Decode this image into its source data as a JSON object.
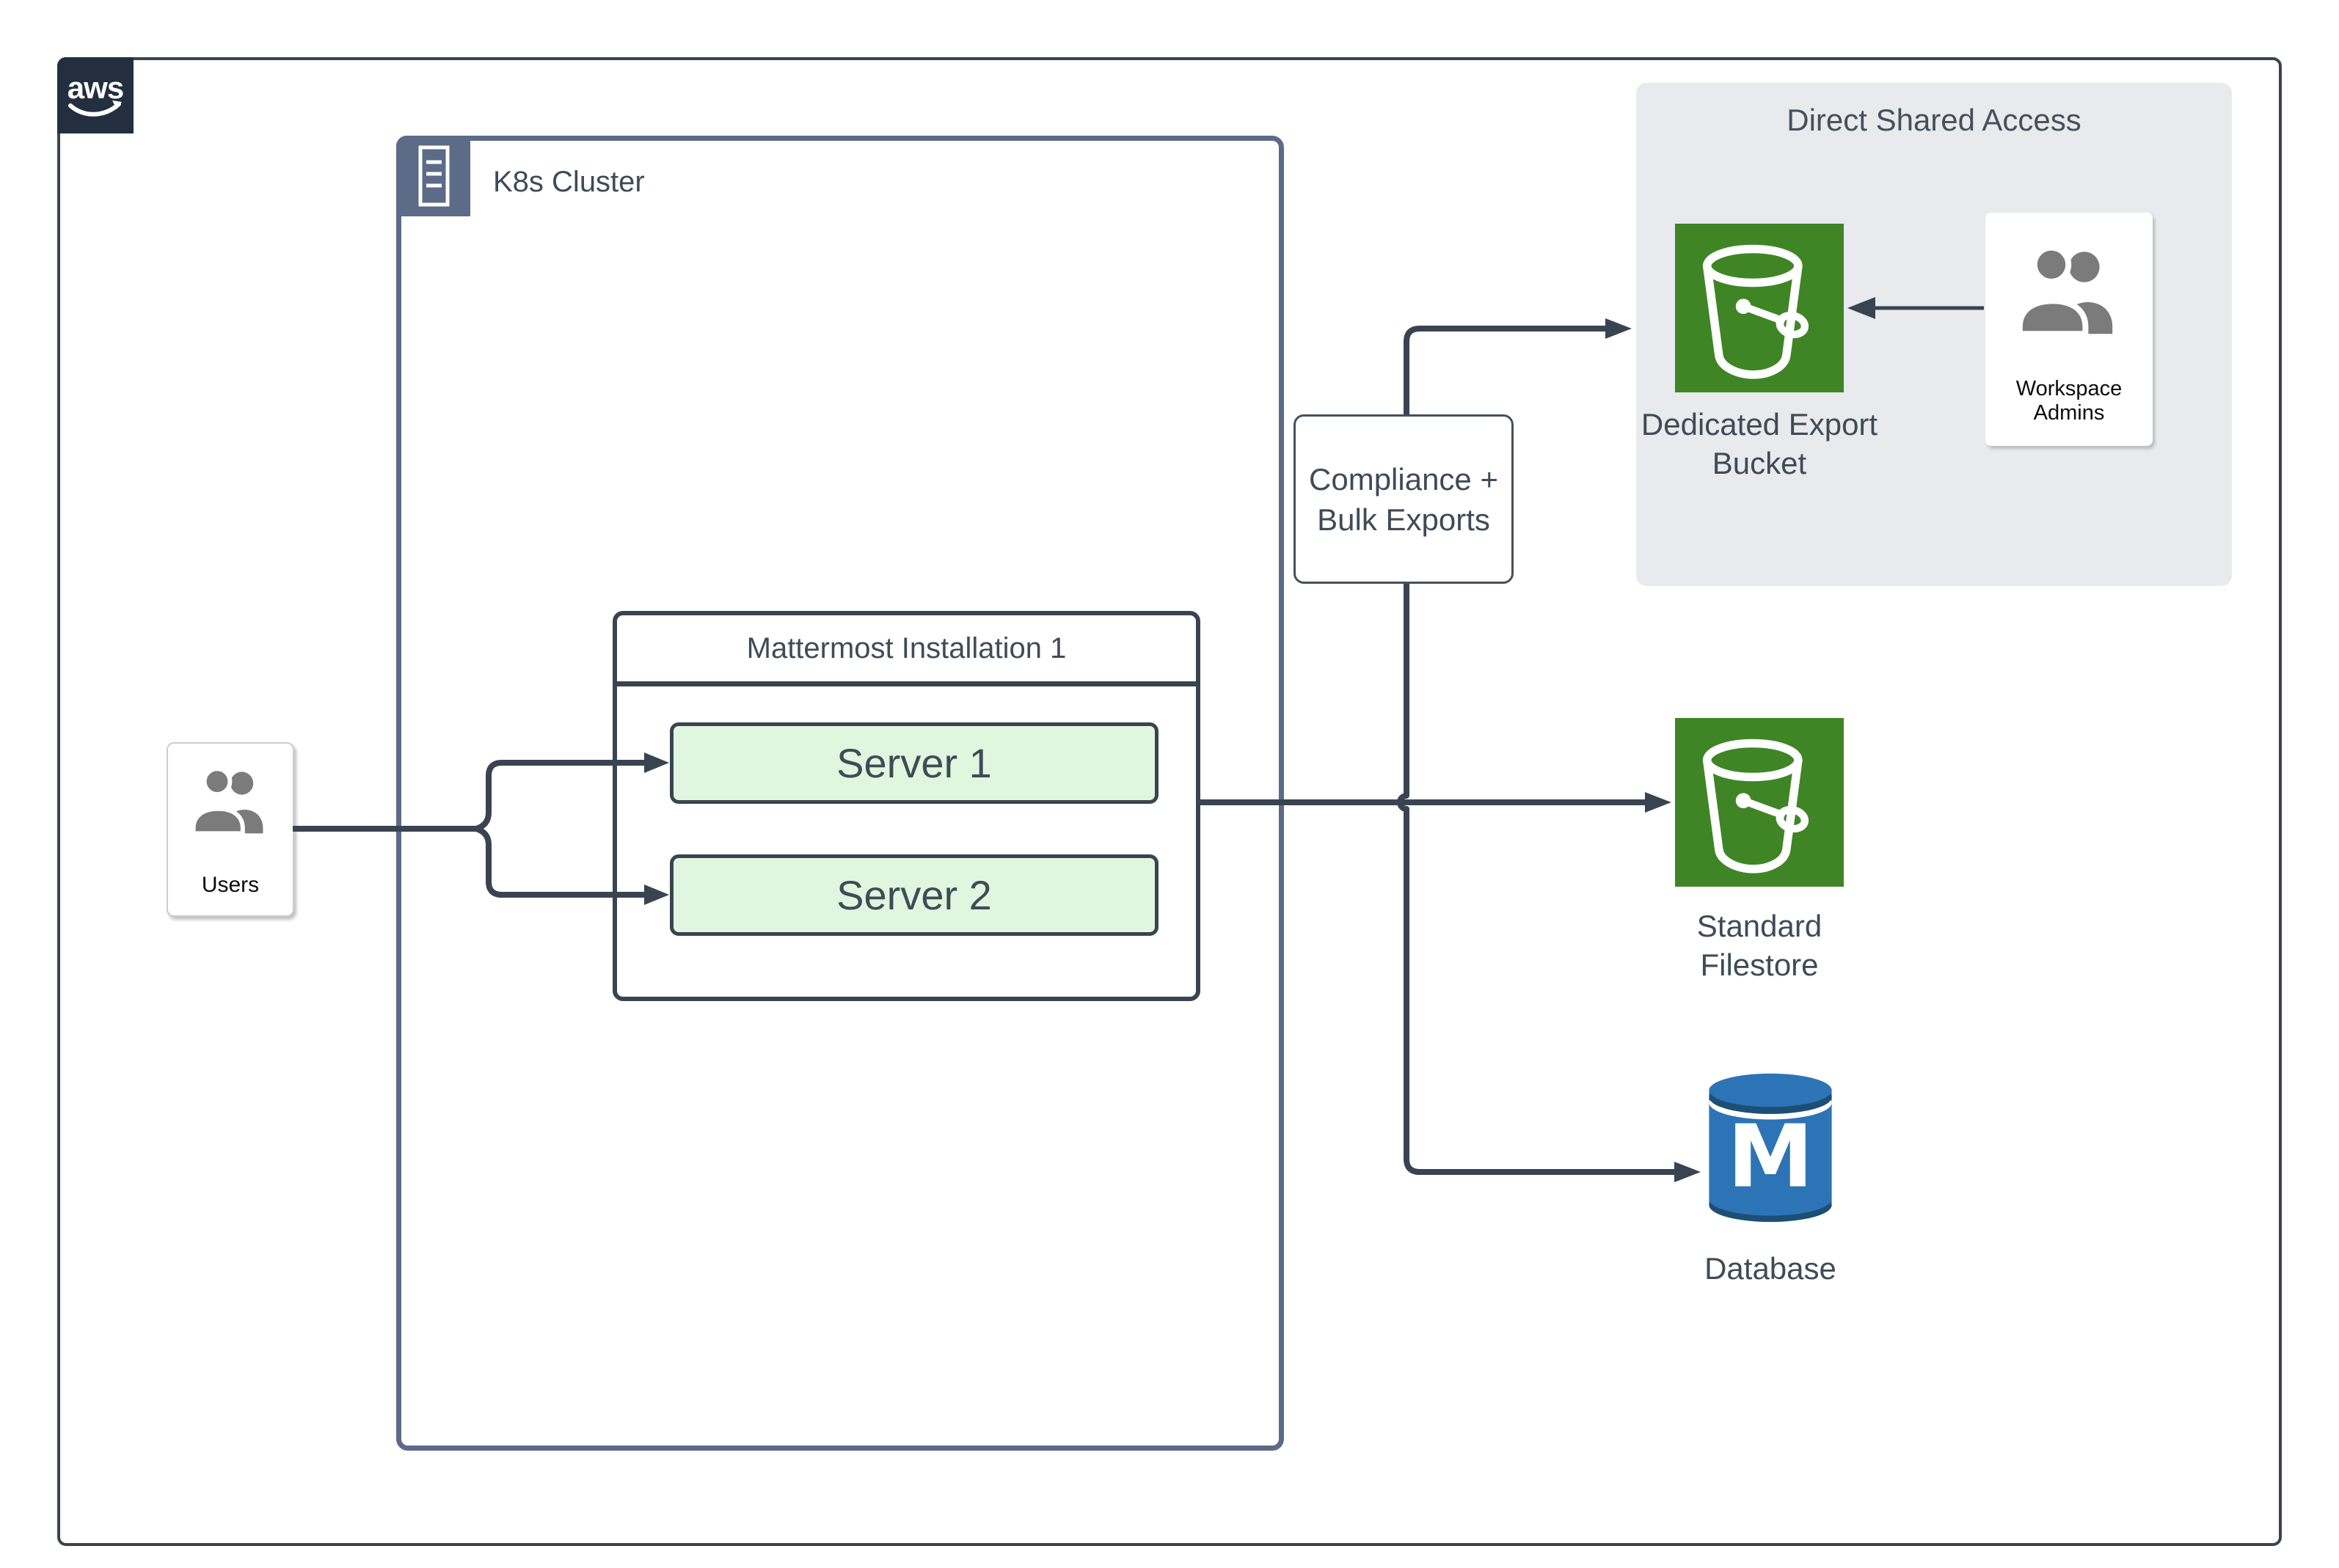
{
  "aws": {
    "logo_text": "aws"
  },
  "k8s": {
    "label": "K8s Cluster"
  },
  "mattermost": {
    "title": "Mattermost Installation 1",
    "servers": [
      "Server 1",
      "Server 2"
    ]
  },
  "users": {
    "label": "Users"
  },
  "compliance": {
    "line1": "Compliance +",
    "line2": "Bulk Exports"
  },
  "shared_access": {
    "title": "Direct Shared Access",
    "bucket_line1": "Dedicated Export",
    "bucket_line2": "Bucket",
    "admins_label": "Workspace Admins"
  },
  "filestore": {
    "line1": "Standard",
    "line2": "Filestore"
  },
  "database": {
    "letter": "M",
    "label": "Database"
  },
  "colors": {
    "connector_line": "#394450",
    "slate_text": "#3F4B57",
    "k8s_border": "#5B6B88",
    "server_fill": "#E0F6DE",
    "bucket_green": "#3F8526",
    "database_blue": "#2C74B6",
    "database_dark_band": "#1D4E76",
    "panel_gray": "#E8EAED",
    "aws_navy": "#232F3E",
    "person_icon_gray": "#7B7B7B"
  }
}
